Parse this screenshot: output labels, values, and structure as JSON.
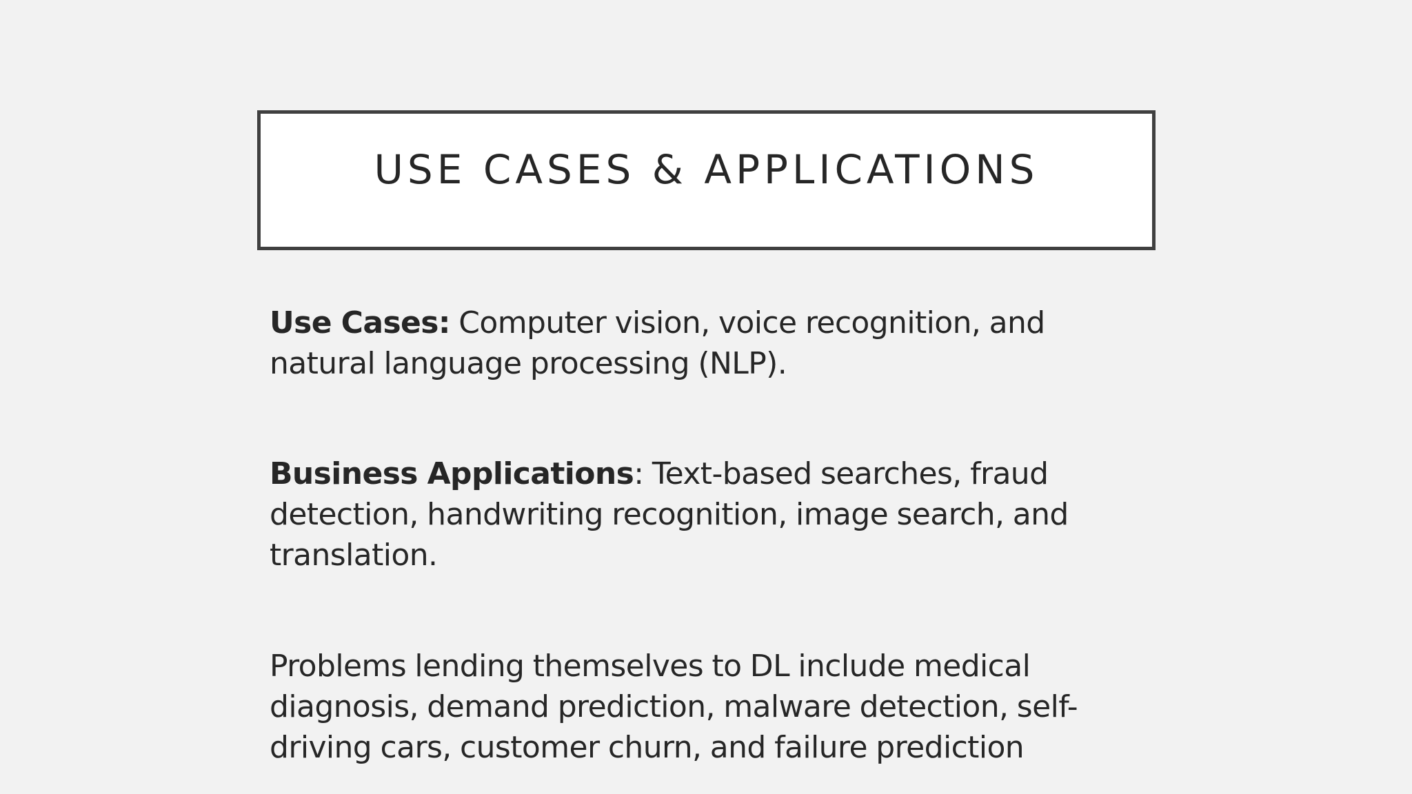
{
  "slide": {
    "title": "USE CASES & APPLICATIONS",
    "paragraphs": [
      {
        "lead": "Use Cases:",
        "sep": " ",
        "text": "Computer vision, voice recognition, and natural language processing (NLP)."
      },
      {
        "lead": "Business Applications",
        "sep": ":  ",
        "text": "Text-based searches, fraud detection, handwriting recognition, image search, and translation."
      },
      {
        "text": "Problems lending themselves to DL include medical diagnosis, demand prediction, malware detection, self-driving cars, customer churn, and failure prediction"
      }
    ]
  },
  "colors": {
    "background": "#f2f2f2",
    "title_box_fill": "#ffffff",
    "title_box_border": "#404040",
    "text": "#262626"
  }
}
